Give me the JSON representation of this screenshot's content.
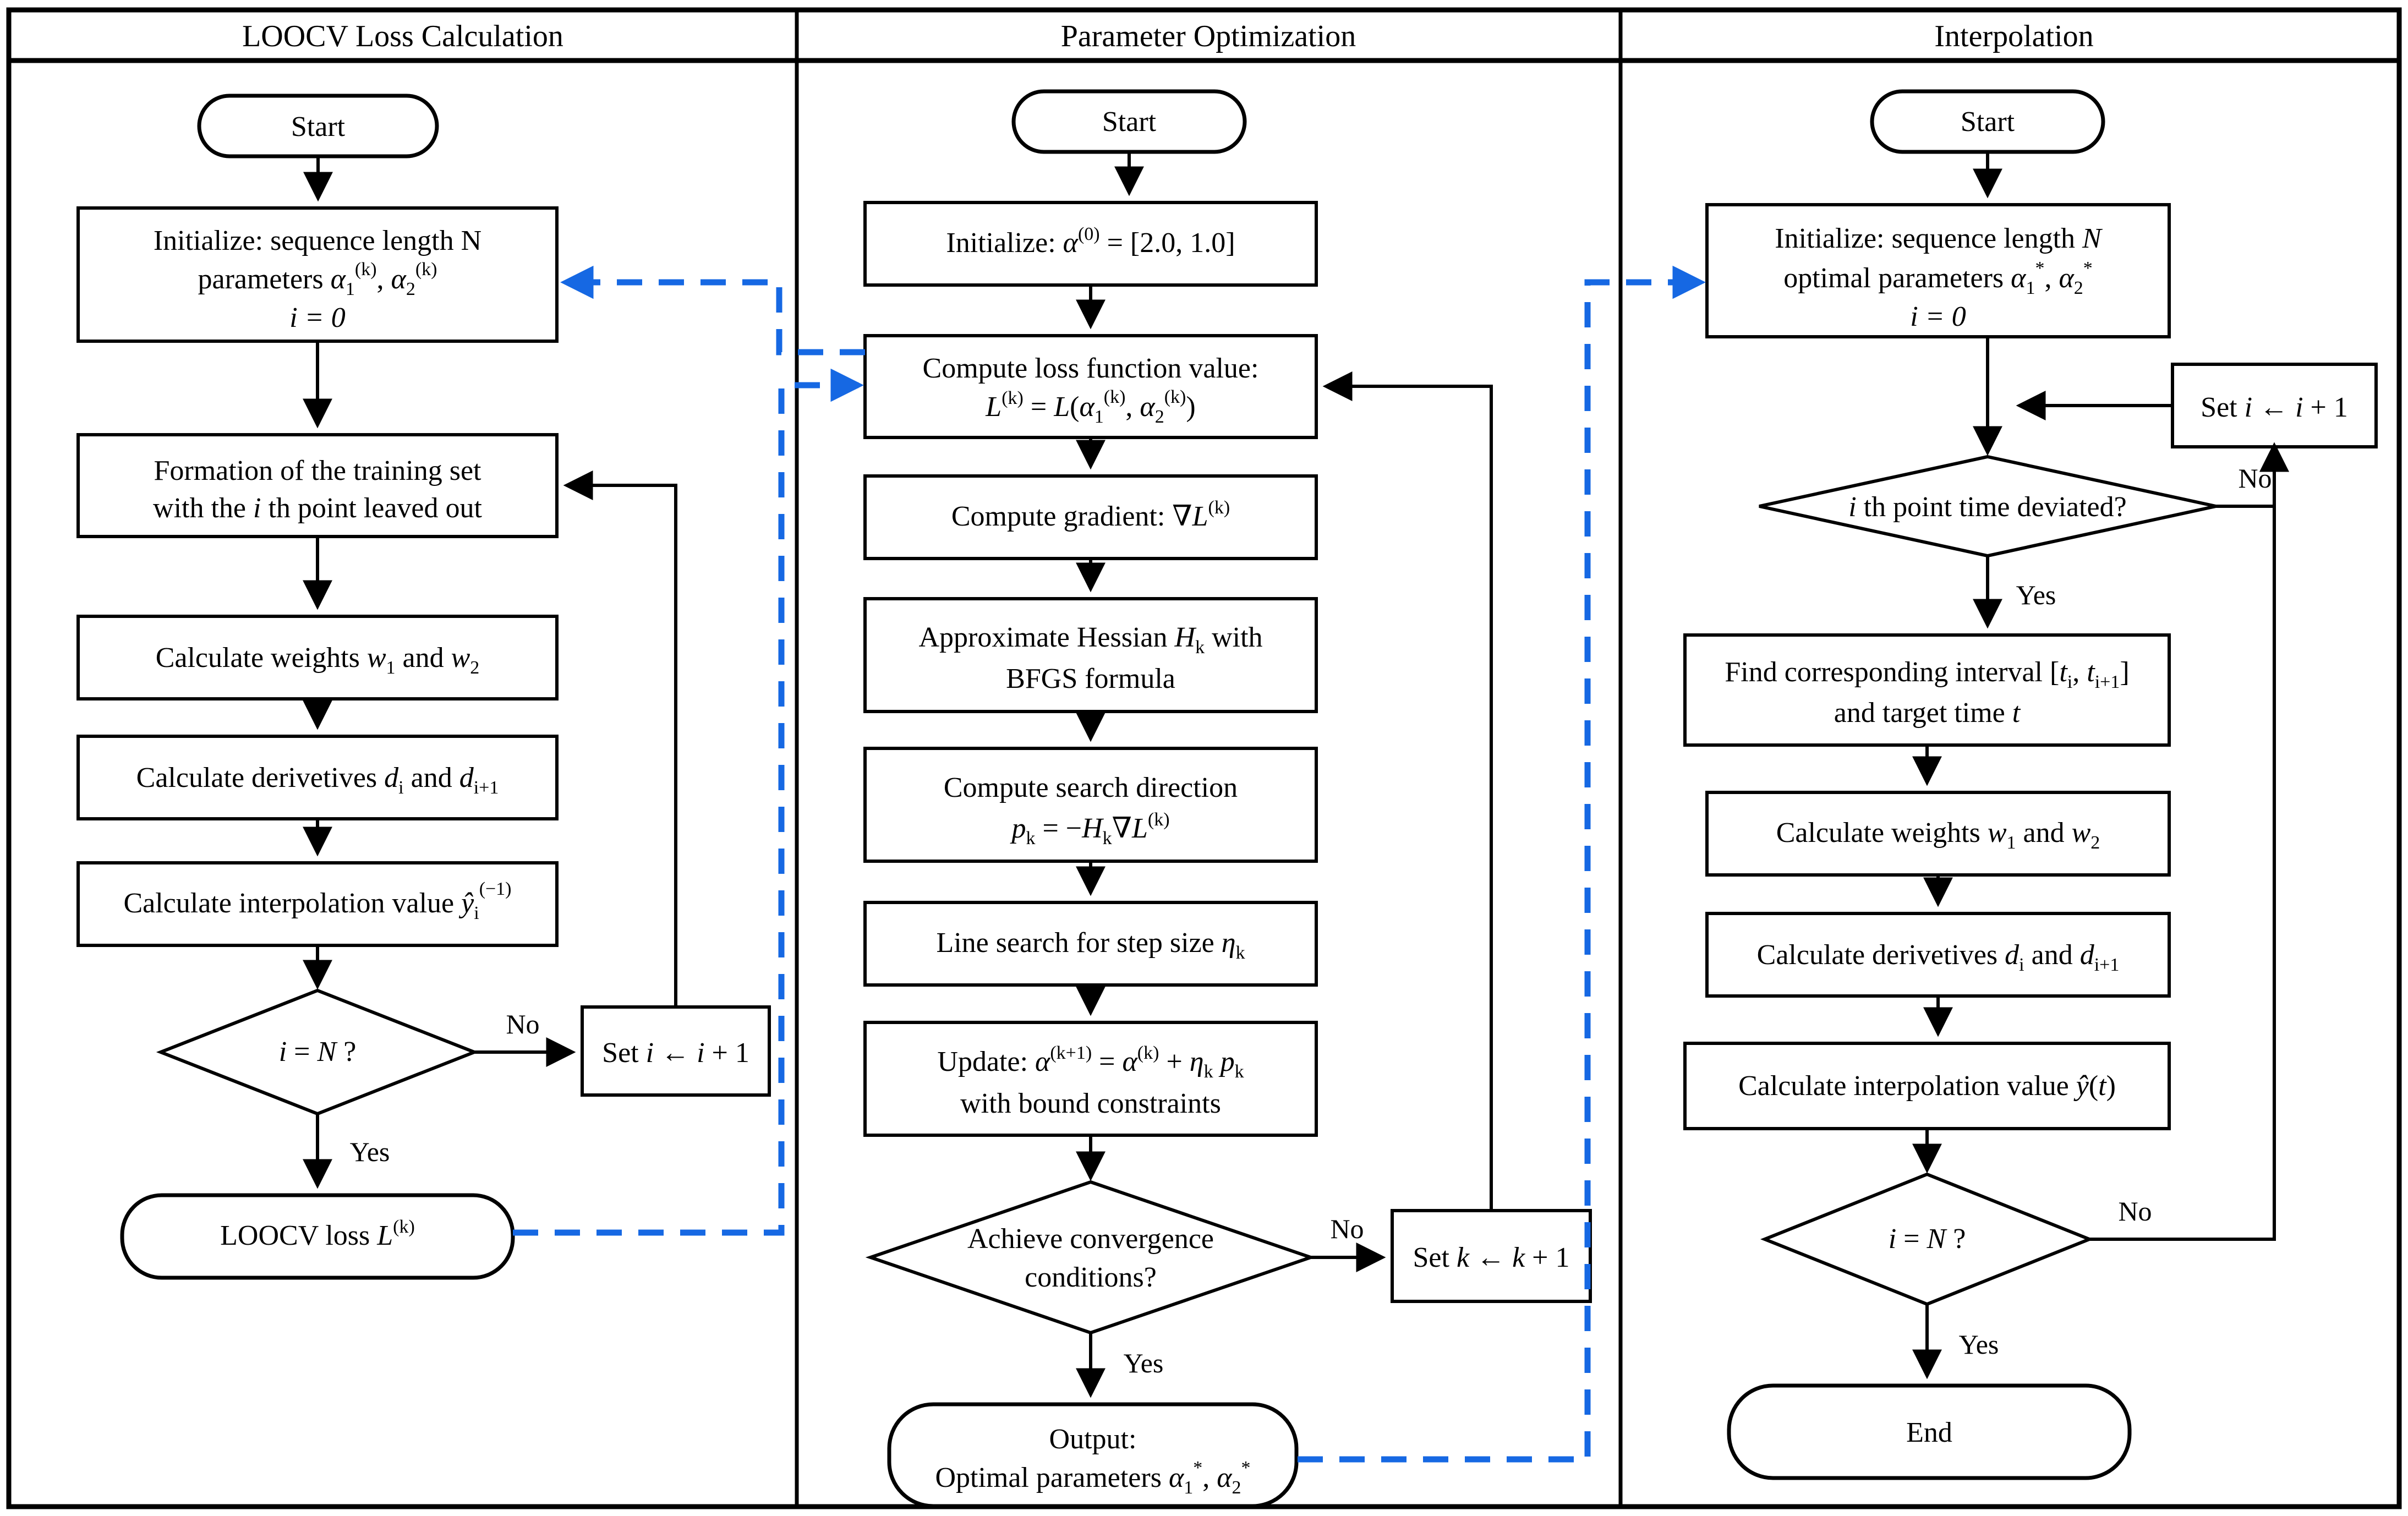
{
  "figure": {
    "type": "flowchart",
    "title": "",
    "accent_dashed_color": "#1668e3",
    "line_color": "#000000",
    "background": "#ffffff"
  },
  "columns": [
    {
      "id": "loocv",
      "header": "LOOCV Loss Calculation"
    },
    {
      "id": "param",
      "header": "Parameter Optimization"
    },
    {
      "id": "interp",
      "header": "Interpolation"
    }
  ],
  "loocv": {
    "start": "Start",
    "init_l1": "Initialize: sequence length N",
    "init_l2a": "parameters ",
    "init_l2b": "α",
    "init_l2c": "(k)",
    "init_l2d": ", ",
    "init_l2e": "α",
    "init_l2f": "(k)",
    "init_l3": "i = 0",
    "init_sub1": "1",
    "init_sub2": "2",
    "formation_l1": "Formation of the training set",
    "formation_l2": "with the i th point leaved out",
    "weights": "Calculate weights w1 and w2",
    "derivatives": "Calculate derivetives di and di+1",
    "interp_value": "Calculate interpolation value ŷi(−1)",
    "decision": "i = N ?",
    "branch_no": "No",
    "branch_yes": "Yes",
    "set_i": "Set i ← i + 1",
    "loss_out": "LOOCV loss L(k)"
  },
  "param": {
    "start": "Start",
    "init": "Initialize: α(0) = [2.0, 1.0]",
    "compute_loss_l1": "Compute loss function value:",
    "compute_loss_l2": "L(k) = L(α1(k), α2(k))",
    "gradient": "Compute gradient: ∇L(k)",
    "hessian_l1": "Approximate Hessian Hk with",
    "hessian_l2": "BFGS formula",
    "direction_l1": "Compute search direction",
    "direction_l2": "pk = −Hk∇L(k)",
    "line_search": "Line search for step size ηk",
    "update_l1": "Update: α(k+1) = α(k) + ηk pk",
    "update_l2": "with bound constraints",
    "decision_l1": "Achieve convergence",
    "decision_l2": "conditions?",
    "branch_no": "No",
    "branch_yes": "Yes",
    "set_k": "Set k ← k + 1",
    "output_l1": "Output:",
    "output_l2": "Optimal parameters α1*, α2*"
  },
  "interp": {
    "start": "Start",
    "init_l1": "Initialize: sequence length N",
    "init_l2": "optimal parameters α1*, α2*",
    "init_l3": "i = 0",
    "set_i": "Set i ← i + 1",
    "decision_time": "i th point time deviated?",
    "branch_no_time": "No",
    "branch_yes_time": "Yes",
    "find_interval_l1": "Find corresponding interval [ti, ti+1]",
    "find_interval_l2": "and target time t",
    "weights": "Calculate weights w1 and w2",
    "derivatives": "Calculate derivetives di and di+1",
    "interp_value": "Calculate interpolation value ŷ(t)",
    "decision_n": "i = N ?",
    "branch_no_n": "No",
    "branch_yes_n": "Yes",
    "end": "End"
  }
}
